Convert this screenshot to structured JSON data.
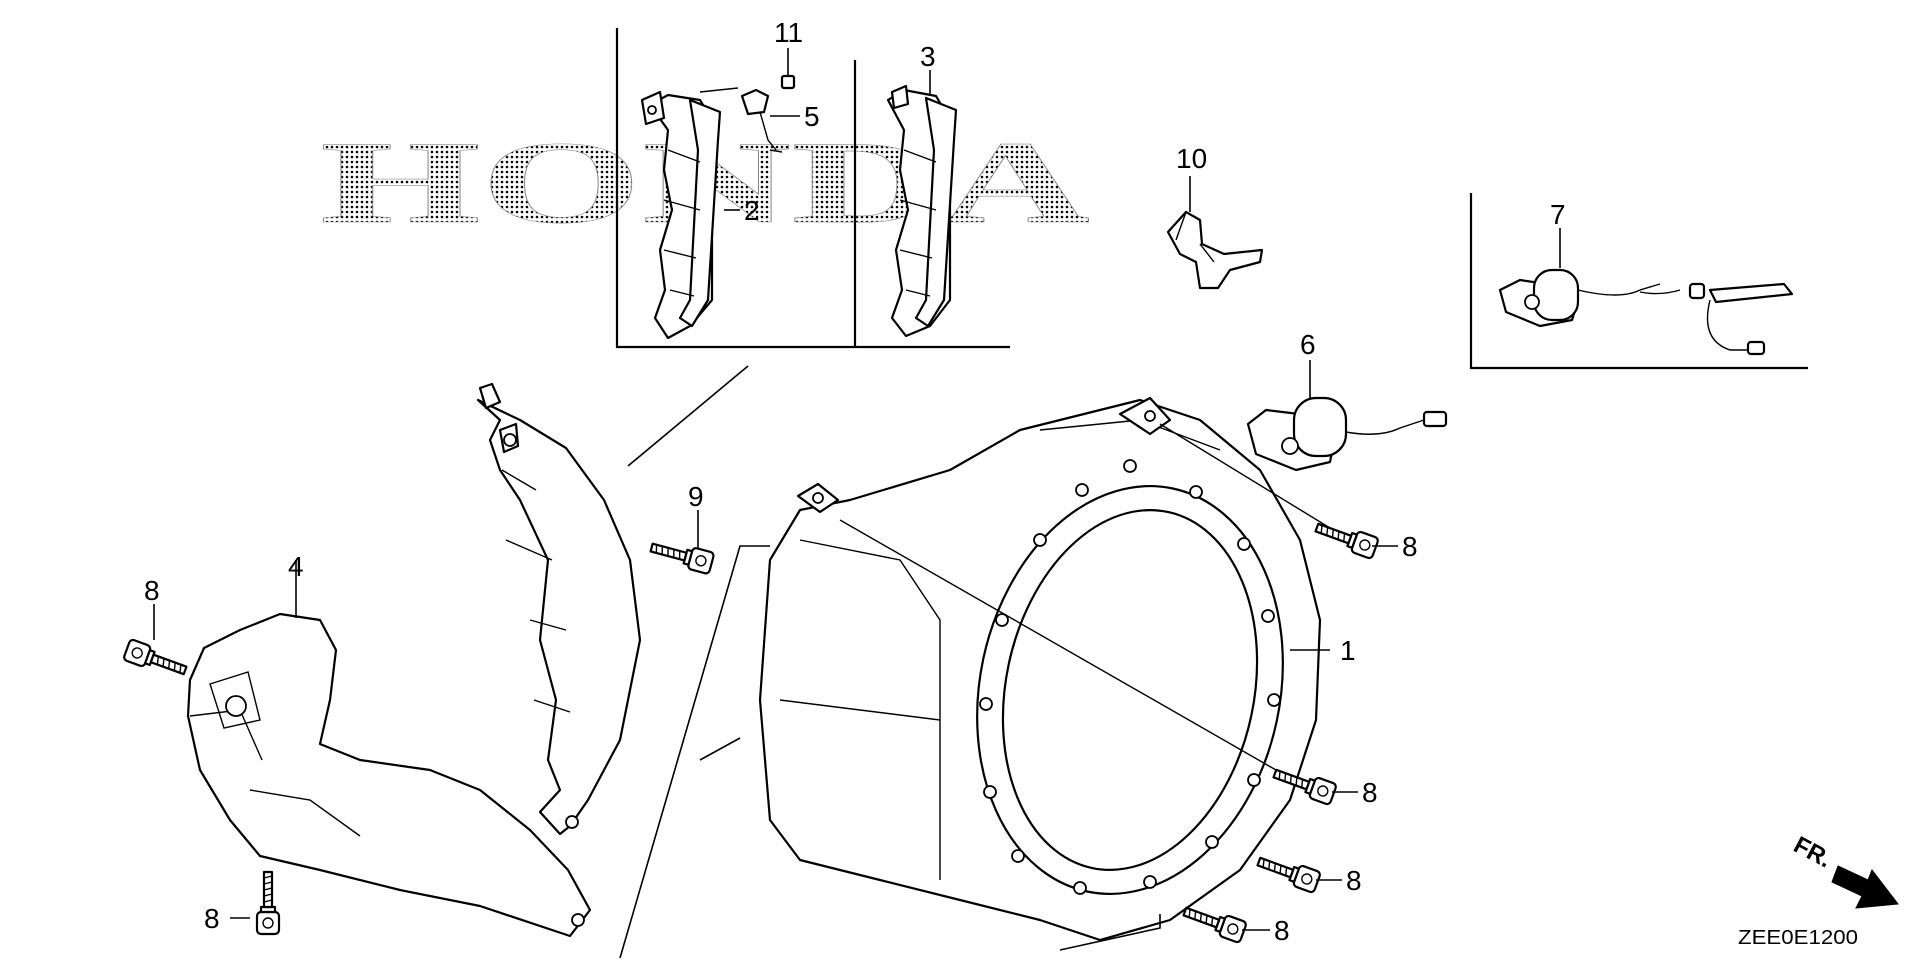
{
  "watermark": {
    "text": "HONDA"
  },
  "diagram_code": "ZEE0E1200",
  "front_indicator": {
    "label": "FR.",
    "icon": "front-direction-arrow-icon"
  },
  "callouts": {
    "c1": "1",
    "c2": "2",
    "c3": "3",
    "c4": "4",
    "c5": "5",
    "c6": "6",
    "c7": "7",
    "c8a": "8",
    "c8b": "8",
    "c8c": "8",
    "c8d": "8",
    "c8e": "8",
    "c8f": "8",
    "c9": "9",
    "c10": "10",
    "c11": "11"
  },
  "parts": [
    {
      "ref": "1",
      "icon": "fan-cover-shroud-icon"
    },
    {
      "ref": "2",
      "icon": "shroud-plate-with-harness-icon"
    },
    {
      "ref": "3",
      "icon": "shroud-plate-icon"
    },
    {
      "ref": "4",
      "icon": "lower-cover-icon"
    },
    {
      "ref": "5",
      "icon": "wire-clamp-icon"
    },
    {
      "ref": "6",
      "icon": "oil-alert-switch-icon"
    },
    {
      "ref": "7",
      "icon": "oil-alert-switch-with-lead-icon"
    },
    {
      "ref": "8",
      "icon": "flange-bolt-icon"
    },
    {
      "ref": "9",
      "icon": "flange-bolt-icon"
    },
    {
      "ref": "10",
      "icon": "cable-clip-icon"
    },
    {
      "ref": "11",
      "icon": "screw-icon"
    }
  ]
}
